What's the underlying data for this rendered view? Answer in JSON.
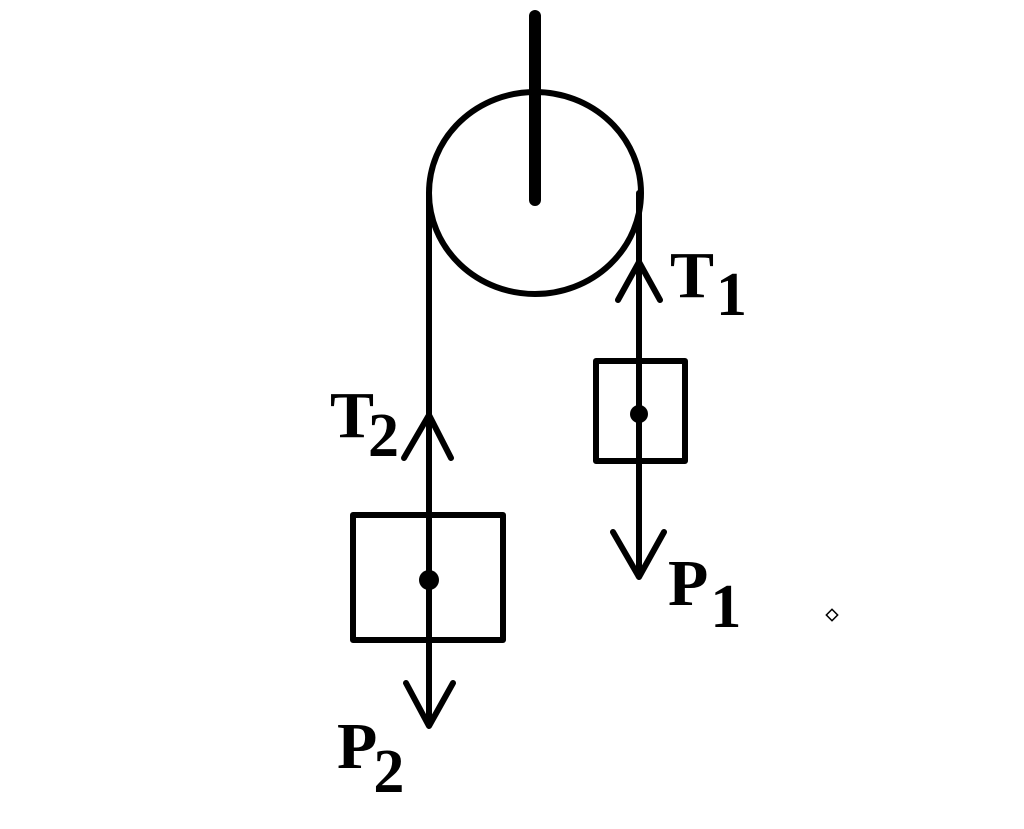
{
  "diagram": {
    "type": "pulley-system",
    "colors": {
      "ink": "#000000",
      "background": "#ffffff"
    },
    "labels": {
      "t1": {
        "main": "T",
        "sub": "1"
      },
      "t2": {
        "main": "T",
        "sub": "2"
      },
      "p1": {
        "main": "P",
        "sub": "1"
      },
      "p2": {
        "main": "P",
        "sub": "2"
      }
    }
  }
}
